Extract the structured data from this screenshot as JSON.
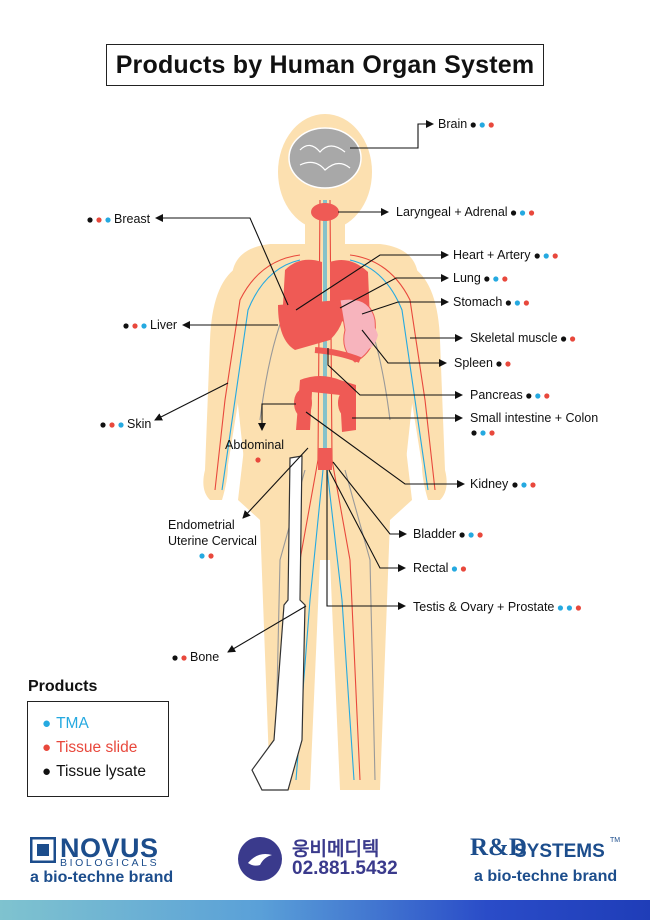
{
  "title": "Products by Human Organ System",
  "colors": {
    "tma": "#25a9e0",
    "tissue_slide": "#e8483c",
    "tissue_lysate": "#111111",
    "body": "#fce0b0",
    "organ": "#ef5a55",
    "brain": "#a8a8a8",
    "spleen": "#f7b4bd"
  },
  "organs": [
    {
      "id": "brain",
      "label": "Brain",
      "dots": [
        "lysate",
        "tma",
        "slide"
      ]
    },
    {
      "id": "laryngeal",
      "label": "Laryngeal + Adrenal",
      "dots": [
        "lysate",
        "tma",
        "slide"
      ]
    },
    {
      "id": "breast",
      "label": "Breast",
      "dots": [
        "lysate",
        "slide",
        "tma"
      ]
    },
    {
      "id": "heart",
      "label": "Heart + Artery",
      "dots": [
        "lysate",
        "tma",
        "slide"
      ]
    },
    {
      "id": "lung",
      "label": "Lung",
      "dots": [
        "lysate",
        "tma",
        "slide"
      ]
    },
    {
      "id": "stomach",
      "label": "Stomach",
      "dots": [
        "lysate",
        "tma",
        "slide"
      ]
    },
    {
      "id": "liver",
      "label": "Liver",
      "dots": [
        "lysate",
        "slide",
        "tma"
      ]
    },
    {
      "id": "skeletal",
      "label": "Skeletal muscle",
      "dots": [
        "lysate",
        "slide"
      ]
    },
    {
      "id": "spleen",
      "label": "Spleen",
      "dots": [
        "lysate",
        "slide"
      ]
    },
    {
      "id": "pancreas",
      "label": "Pancreas",
      "dots": [
        "lysate",
        "tma",
        "slide"
      ]
    },
    {
      "id": "skin",
      "label": "Skin",
      "dots": [
        "lysate",
        "slide",
        "tma"
      ]
    },
    {
      "id": "intestine",
      "label": "Small intestine + Colon",
      "dots": [
        "lysate",
        "tma",
        "slide"
      ]
    },
    {
      "id": "abdominal",
      "label": "Abdominal",
      "dots": [
        "slide"
      ]
    },
    {
      "id": "kidney",
      "label": "Kidney",
      "dots": [
        "lysate",
        "tma",
        "slide"
      ]
    },
    {
      "id": "endometrial",
      "label": "Endometrial\nUterine Cervical",
      "label1": "Endometrial",
      "label2": "Uterine Cervical",
      "dots": [
        "tma",
        "slide"
      ]
    },
    {
      "id": "bladder",
      "label": "Bladder",
      "dots": [
        "lysate",
        "tma",
        "slide"
      ]
    },
    {
      "id": "rectal",
      "label": "Rectal",
      "dots": [
        "tma",
        "slide"
      ]
    },
    {
      "id": "testis",
      "label": "Testis & Ovary + Prostate",
      "dots": [
        "tma",
        "tma",
        "slide"
      ]
    },
    {
      "id": "bone",
      "label": "Bone",
      "dots": [
        "lysate",
        "slide"
      ]
    }
  ],
  "legend": {
    "title": "Products",
    "items": [
      {
        "key": "tma",
        "label": "TMA"
      },
      {
        "key": "slide",
        "label": "Tissue slide"
      },
      {
        "key": "lysate",
        "label": "Tissue lysate"
      }
    ]
  },
  "logos": {
    "novus_name": "NOVUS",
    "novus_sub": "BIOLOGICALS",
    "brand_line": "a bio-techne brand",
    "center_korean": "웅비메디텍",
    "center_phone": "02.881.5432",
    "rd_name": "R&D",
    "rd_systems": "SYSTEMS",
    "rd_tm": "TM"
  }
}
